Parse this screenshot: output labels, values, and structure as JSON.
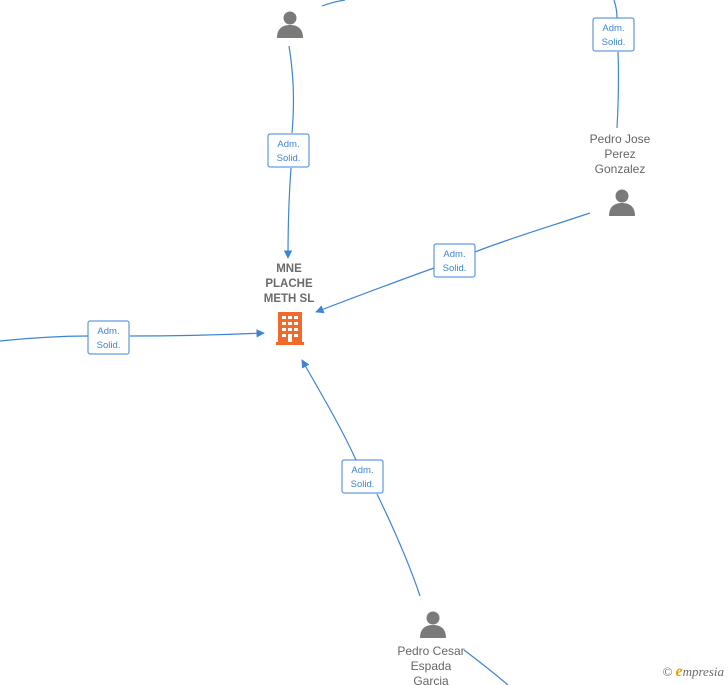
{
  "company": {
    "name_lines": [
      "MNE",
      "PLACHE",
      "METH  SL"
    ],
    "icon": "building-icon",
    "color": "#f06b2b"
  },
  "persons": [
    {
      "id": "top",
      "name_lines": []
    },
    {
      "id": "pedro-jose",
      "name_lines": [
        "Pedro Jose",
        "Perez",
        "Gonzalez"
      ]
    },
    {
      "id": "pedro-cesar",
      "name_lines": [
        "Pedro Cesar",
        "Espada",
        "Garcia"
      ]
    }
  ],
  "edge_badges": [
    {
      "id": "top-right",
      "line1": "Adm.",
      "line2": "Solid."
    },
    {
      "id": "top",
      "line1": "Adm.",
      "line2": "Solid."
    },
    {
      "id": "pedro-jose",
      "line1": "Adm.",
      "line2": "Solid."
    },
    {
      "id": "left",
      "line1": "Adm.",
      "line2": "Solid."
    },
    {
      "id": "pedro-cesar",
      "line1": "Adm.",
      "line2": "Solid."
    }
  ],
  "colors": {
    "edge": "#3d85d4",
    "person": "#7a7a7a",
    "company": "#f06b2b"
  },
  "watermark": {
    "symbol": "©",
    "brand_initial": "e",
    "brand_rest": "mpresia"
  }
}
